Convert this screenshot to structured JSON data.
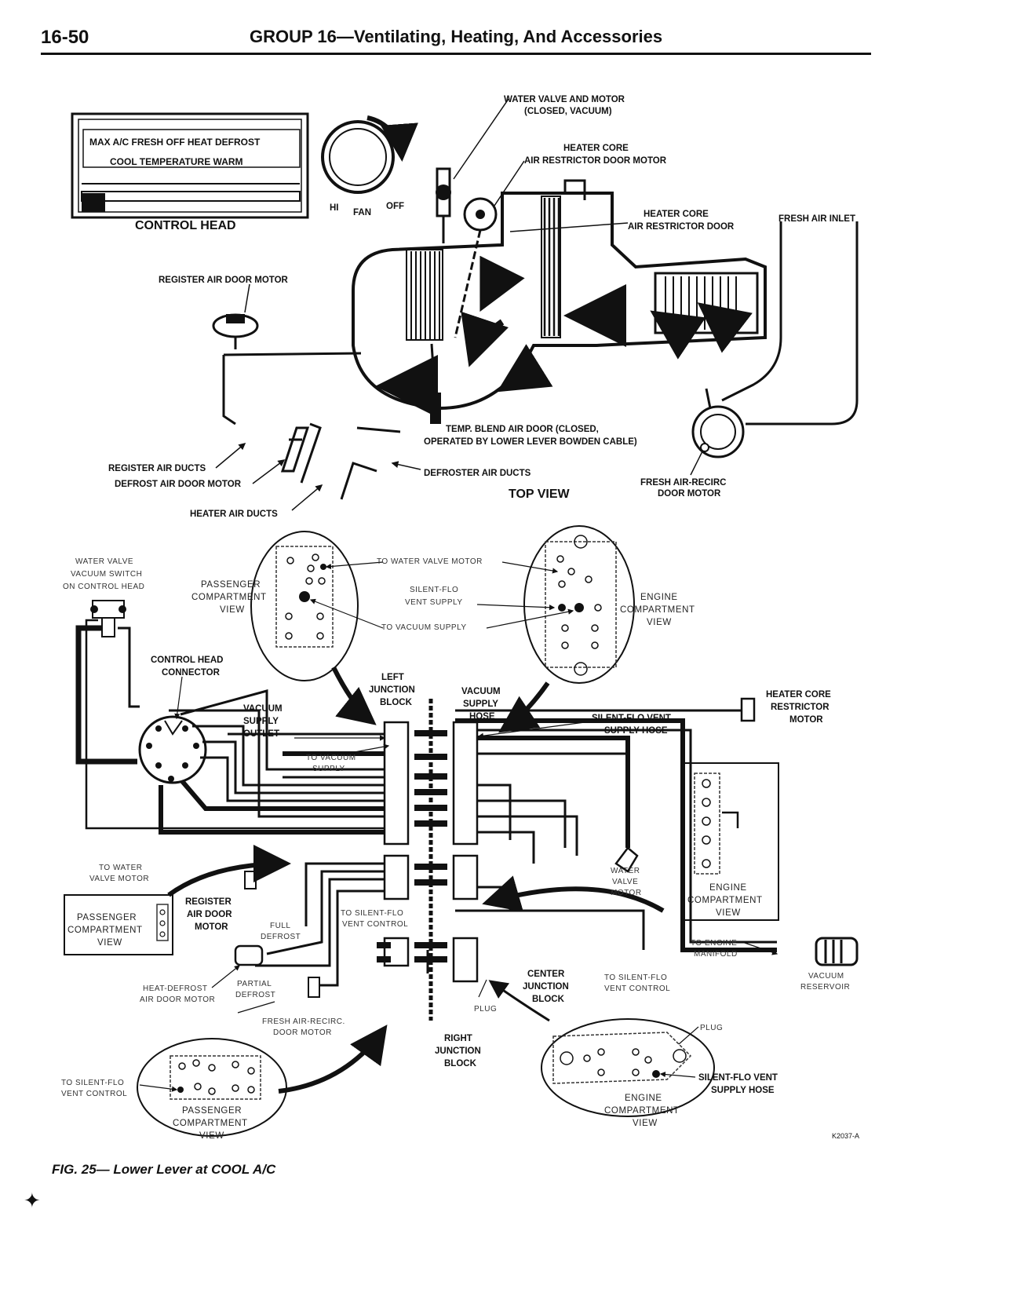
{
  "header": {
    "page_number": "16-50",
    "title": "GROUP 16—Ventilating, Heating, And Accessories"
  },
  "top_view": {
    "control_head_panel": {
      "row1": "MAX A/C FRESH OFF HEAT DEFROST",
      "row2": "COOL TEMPERATURE WARM"
    },
    "fan_knob": {
      "hi": "HI",
      "fan": "FAN",
      "off": "OFF"
    },
    "labels": {
      "control_head": "CONTROL HEAD",
      "register_air_door_motor": "REGISTER AIR DOOR MOTOR",
      "water_valve_line1": "WATER VALVE AND MOTOR",
      "water_valve_line2": "(CLOSED, VACUUM)",
      "heater_core_motor_line1": "HEATER CORE",
      "heater_core_motor_line2": "AIR RESTRICTOR DOOR MOTOR",
      "heater_core_door_line1": "HEATER CORE",
      "heater_core_door_line2": "AIR RESTRICTOR DOOR",
      "fresh_air_inlet": "FRESH AIR INLET",
      "temp_blend_line1": "TEMP. BLEND AIR DOOR (CLOSED,",
      "temp_blend_line2": "OPERATED BY LOWER LEVER BOWDEN CABLE)",
      "register_air_ducts": "REGISTER AIR DUCTS",
      "defrost_air_door_motor": "DEFROST AIR DOOR MOTOR",
      "heater_air_ducts": "HEATER AIR DUCTS",
      "defroster_air_ducts": "DEFROSTER AIR DUCTS",
      "top_view": "TOP VIEW",
      "fresh_recirc_line1": "FRESH AIR-RECIRC",
      "fresh_recirc_line2": "DOOR MOTOR"
    }
  },
  "vacuum_diagram": {
    "labels": {
      "water_valve_switch_line1": "WATER VALVE",
      "water_valve_switch_line2": "VACUUM SWITCH",
      "water_valve_switch_line3": "ON CONTROL HEAD",
      "passenger_view_top_line1": "PASSENGER",
      "passenger_view_top_line2": "COMPARTMENT",
      "passenger_view_top_line3": "VIEW",
      "to_water_valve_motor": "TO WATER VALVE MOTOR",
      "silent_flo_vent_supply_line1": "SILENT-FLO",
      "silent_flo_vent_supply_line2": "VENT SUPPLY",
      "to_vacuum_supply": "TO VACUUM SUPPLY",
      "engine_view_top_line1": "ENGINE",
      "engine_view_top_line2": "COMPARTMENT",
      "engine_view_top_line3": "VIEW",
      "control_head_connector_line1": "CONTROL HEAD",
      "control_head_connector_line2": "CONNECTOR",
      "left_junction_line1": "LEFT",
      "left_junction_line2": "JUNCTION",
      "left_junction_line3": "BLOCK",
      "vacuum_supply_hose_line1": "VACUUM",
      "vacuum_supply_hose_line2": "SUPPLY",
      "vacuum_supply_hose_line3": "HOSE",
      "vacuum_supply_outlet_line1": "VACUUM",
      "vacuum_supply_outlet_line2": "SUPPLY",
      "vacuum_supply_outlet_line3": "OUTLET",
      "to_vacuum_supply_small_line1": "TO VACUUM",
      "to_vacuum_supply_small_line2": "SUPPLY",
      "silent_flo_supply_hose_line1": "SILENT-FLO VENT",
      "silent_flo_supply_hose_line2": "SUPPLY HOSE",
      "heater_core_restrictor_line1": "HEATER CORE",
      "heater_core_restrictor_line2": "RESTRICTOR",
      "heater_core_restrictor_line3": "MOTOR",
      "to_water_valve_motor2_line1": "TO WATER",
      "to_water_valve_motor2_line2": "VALVE MOTOR",
      "water_valve_motor_line1": "WATER",
      "water_valve_motor_line2": "VALVE",
      "water_valve_motor_line3": "MOTOR",
      "engine_view_mid_line1": "ENGINE",
      "engine_view_mid_line2": "COMPARTMENT",
      "engine_view_mid_line3": "VIEW",
      "passenger_view_mid_line1": "PASSENGER",
      "passenger_view_mid_line2": "COMPARTMENT",
      "passenger_view_mid_line3": "VIEW",
      "register_motor_line1": "REGISTER",
      "register_motor_line2": "AIR DOOR",
      "register_motor_line3": "MOTOR",
      "full_defrost_line1": "FULL",
      "full_defrost_line2": "DEFROST",
      "to_silent_flo_control_line1": "TO SILENT-FLO",
      "to_silent_flo_control_line2": "VENT CONTROL",
      "heat_defrost_motor_line1": "HEAT-DEFROST",
      "heat_defrost_motor_line2": "AIR DOOR MOTOR",
      "partial_defrost_line1": "PARTIAL",
      "partial_defrost_line2": "DEFROST",
      "fresh_recirc_motor_line1": "FRESH AIR-RECIRC.",
      "fresh_recirc_motor_line2": "DOOR MOTOR",
      "center_junction_line1": "CENTER",
      "center_junction_line2": "JUNCTION",
      "center_junction_line3": "BLOCK",
      "to_silent_flo_control2_line1": "TO SILENT-FLO",
      "to_silent_flo_control2_line2": "VENT CONTROL",
      "to_engine_manifold_line1": "TO ENGINE",
      "to_engine_manifold_line2": "MANIFOLD",
      "vacuum_reservoir_line1": "VACUUM",
      "vacuum_reservoir_line2": "RESERVOIR",
      "plug": "PLUG",
      "plug2": "PLUG",
      "right_junction_line1": "RIGHT",
      "right_junction_line2": "JUNCTION",
      "right_junction_line3": "BLOCK",
      "to_silent_flo_control3_line1": "TO SILENT-FLO",
      "to_silent_flo_control3_line2": "VENT CONTROL",
      "passenger_view_bottom_line1": "PASSENGER",
      "passenger_view_bottom_line2": "COMPARTMENT",
      "passenger_view_bottom_line3": "VIEW",
      "engine_view_bottom_line1": "ENGINE",
      "engine_view_bottom_line2": "COMPARTMENT",
      "engine_view_bottom_line3": "VIEW",
      "silent_flo_supply_hose2_line1": "SILENT-FLO VENT",
      "silent_flo_supply_hose2_line2": "SUPPLY HOSE"
    }
  },
  "footer": {
    "ref_code": "K2037-A",
    "caption": "FIG. 25— Lower Lever at COOL A/C"
  }
}
